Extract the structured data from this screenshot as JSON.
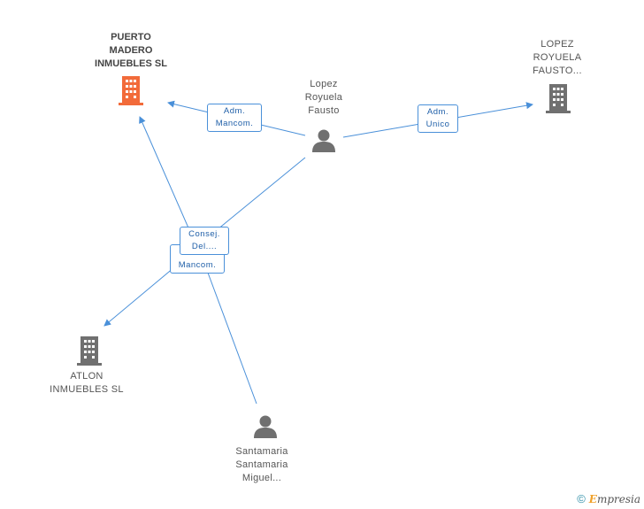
{
  "nodes": {
    "puerto_madero": {
      "lines": [
        "PUERTO",
        "MADERO",
        "INMUEBLES SL"
      ],
      "kind": "company",
      "color": "#f26b3a"
    },
    "lopez_company": {
      "lines": [
        "LOPEZ",
        "ROYUELA",
        "FAUSTO..."
      ],
      "kind": "company",
      "color": "#707070"
    },
    "lopez_person": {
      "lines": [
        "Lopez",
        "Royuela",
        "Fausto"
      ],
      "kind": "person",
      "color": "#707070"
    },
    "atlon": {
      "lines": [
        "ATLON",
        "INMUEBLES SL"
      ],
      "kind": "company",
      "color": "#707070"
    },
    "santamaria": {
      "lines": [
        "Santamaria",
        "Santamaria",
        "Miguel..."
      ],
      "kind": "person",
      "color": "#707070"
    }
  },
  "edges": {
    "adm_mancom": {
      "lines": [
        "Adm.",
        "Mancom."
      ]
    },
    "adm_unico": {
      "lines": [
        "Adm.",
        "Unico"
      ]
    },
    "consej": {
      "lines": [
        "Consej.",
        "Del...."
      ]
    },
    "mancom": {
      "lines": [
        "Mancom."
      ]
    }
  },
  "colors": {
    "edge": "#4a90d9",
    "edge_text": "#1f5fa8"
  },
  "footer": {
    "copyright": "©",
    "brand_initial": "E",
    "brand_rest": "mpresia"
  }
}
